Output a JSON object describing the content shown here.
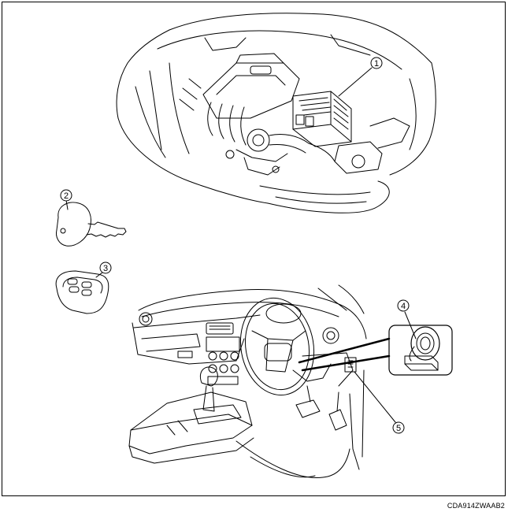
{
  "callouts": [
    "1",
    "2",
    "3",
    "4",
    "5"
  ],
  "figure_code": "CDA914ZWAAB2"
}
